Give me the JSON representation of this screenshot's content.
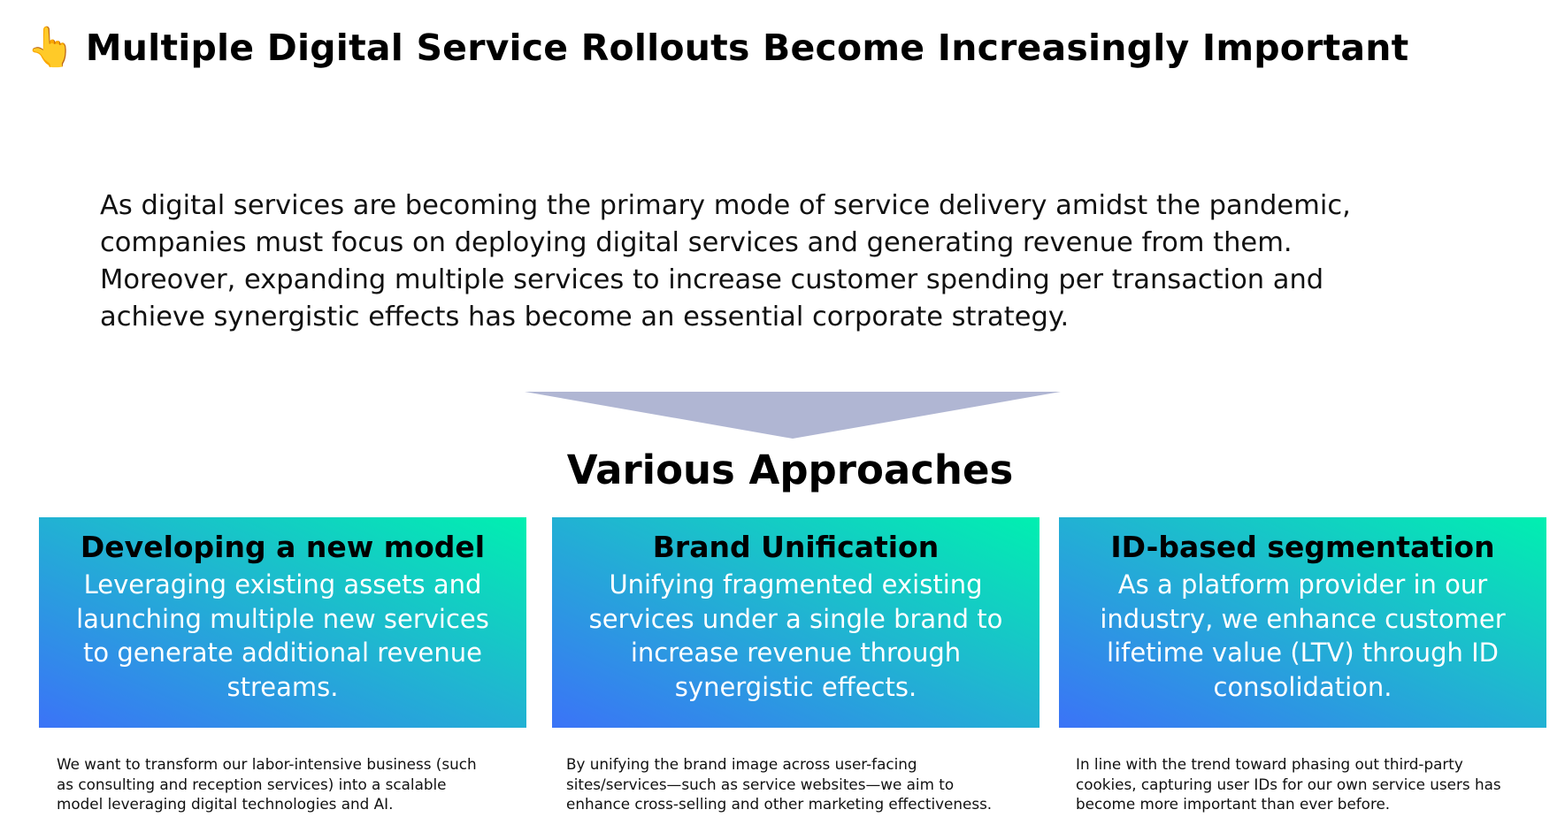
{
  "header": {
    "icon": "pointing-up-hand-emoji",
    "emoji": "👆",
    "title": "Multiple Digital Service Rollouts Become Increasingly Important"
  },
  "intro": {
    "lines": [
      "As digital services are becoming the primary mode of service delivery amidst the pandemic,",
      "companies must focus on deploying digital services and generating revenue from them.",
      "Moreover, expanding multiple services to increase customer spending per transaction and",
      "achieve synergistic effects has become an essential corporate strategy."
    ]
  },
  "arrow": {
    "color": "#b0b6d3"
  },
  "section_title": "Various Approaches",
  "colors": {
    "gradient_start": "#3b73f7",
    "gradient_end": "#00f0b0"
  },
  "cards": [
    {
      "title": "Developing a new model",
      "body": [
        "Leveraging existing assets and",
        "launching multiple new services",
        "to generate additional revenue",
        "streams."
      ],
      "note": [
        "We want to transform our labor-intensive business (such",
        "as consulting and reception services) into a scalable",
        "model leveraging digital technologies and AI."
      ]
    },
    {
      "title": "Brand Unification",
      "body": [
        "Unifying fragmented existing",
        "services under a single brand to",
        "increase revenue through",
        "synergistic effects."
      ],
      "note": [
        "By unifying the brand image across user-facing",
        "sites/services—such as service websites—we aim to",
        "enhance cross-selling and other marketing effectiveness."
      ]
    },
    {
      "title": "ID-based segmentation",
      "body": [
        "As a platform provider in our",
        "industry, we enhance customer",
        "lifetime value (LTV) through ID",
        "consolidation."
      ],
      "note": [
        "In line with the trend toward phasing out third-party",
        "cookies, capturing user IDs for our own service users has",
        "become more important than ever before."
      ]
    }
  ]
}
